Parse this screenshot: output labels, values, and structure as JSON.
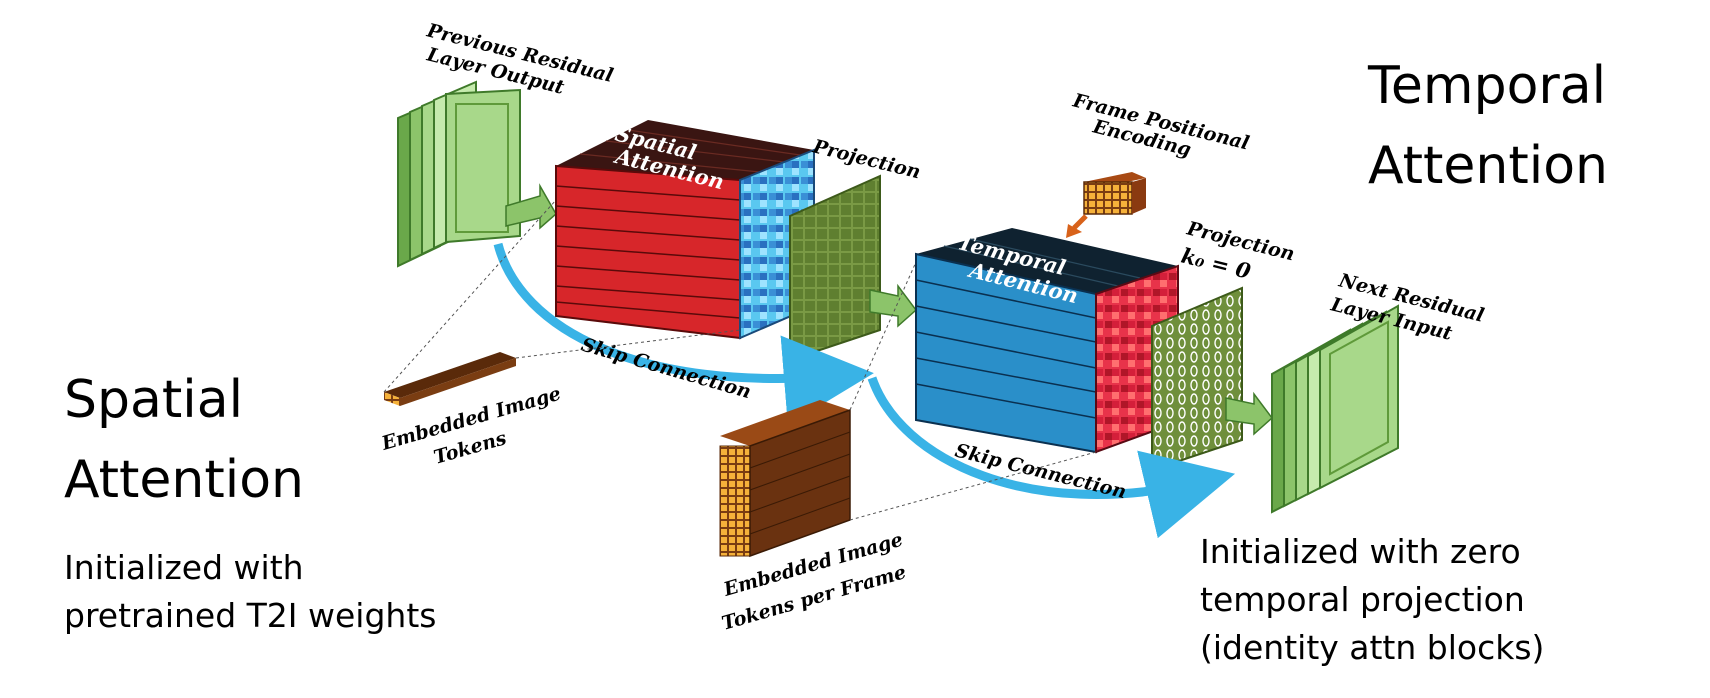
{
  "side_titles": {
    "spatial": [
      "Spatial",
      "Attention"
    ],
    "temporal": [
      "Temporal",
      "Attention"
    ]
  },
  "notes": {
    "spatial_init": [
      "Initialized with",
      "pretrained T2I weights"
    ],
    "temporal_init": [
      "Initialized with zero",
      "temporal projection",
      "(identity attn blocks)"
    ]
  },
  "figure_labels": {
    "prev_residual": [
      "Previous Residual",
      "Layer Output"
    ],
    "spatial_block": [
      "Spatial",
      "Attention"
    ],
    "projection_1": "Projection",
    "frame_pos_enc": [
      "Frame Positional",
      "Encoding"
    ],
    "temporal_block": [
      "Temporal",
      "Attention"
    ],
    "projection_2": [
      "Projection",
      "k₀ = 0"
    ],
    "next_residual": [
      "Next Residual",
      "Layer Input"
    ],
    "skip_1": "Skip Connection",
    "skip_2": "Skip Connection",
    "embedded_tokens": [
      "Embedded Image",
      "Tokens"
    ],
    "embedded_tokens_frame": [
      "Embedded Image",
      "Tokens per Frame"
    ]
  },
  "colors": {
    "spatial_front": "#d7262a",
    "spatial_top": "#3a1512",
    "temporal_front": "#2a8fc9",
    "temporal_top": "#0f2230",
    "residual_green": "#a8d88a",
    "projection_green": "#6f8f3b",
    "token_brown": "#7a3d12",
    "token_orange": "#f5b13a",
    "skip_arrow": "#39b3e6"
  }
}
